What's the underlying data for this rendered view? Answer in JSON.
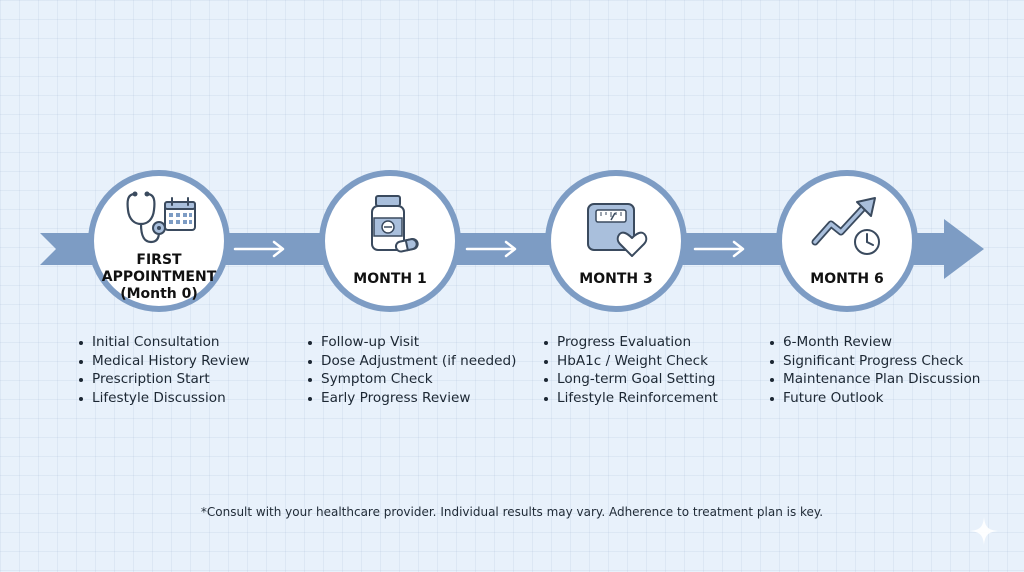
{
  "colors": {
    "accent": "#7d9cc4",
    "icon_fill": "#a9bfdc",
    "icon_stroke": "#3a4a5e"
  },
  "stages": [
    {
      "label_lines": [
        "FIRST",
        "APPOINTMENT",
        "(Month 0)"
      ],
      "icon": "stethoscope-calendar-icon",
      "items": [
        "Initial Consultation",
        "Medical History Review",
        "Prescription Start",
        "Lifestyle Discussion"
      ]
    },
    {
      "label_lines": [
        "MONTH 1"
      ],
      "icon": "medicine-bottle-pill-icon",
      "items": [
        "Follow-up Visit",
        "Dose Adjustment (if needed)",
        "Symptom Check",
        "Early Progress Review"
      ]
    },
    {
      "label_lines": [
        "MONTH 3"
      ],
      "icon": "scale-heart-icon",
      "items": [
        "Progress Evaluation",
        "HbA1c / Weight Check",
        "Long-term Goal Setting",
        "Lifestyle Reinforcement"
      ]
    },
    {
      "label_lines": [
        "MONTH 6"
      ],
      "icon": "trend-up-clock-icon",
      "items": [
        "6-Month Review",
        "Significant Progress Check",
        "Maintenance Plan Discussion",
        "Future Outlook"
      ]
    }
  ],
  "footnote": "*Consult with your healthcare provider. Individual results may vary. Adherence to treatment plan is key."
}
